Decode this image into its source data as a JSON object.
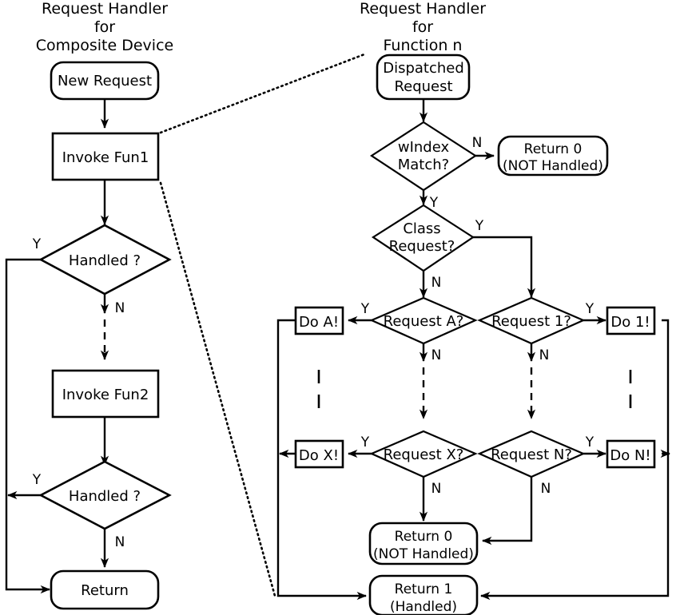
{
  "diagram": {
    "type": "flowchart",
    "titles": {
      "left": [
        "Request Handler",
        "for",
        "Composite Device"
      ],
      "right": [
        "Request Handler",
        "for",
        "Function n"
      ]
    },
    "left_flow": {
      "nodes": [
        {
          "id": "new-request",
          "shape": "rounded",
          "lines": [
            "New Request"
          ]
        },
        {
          "id": "invoke-fun1",
          "shape": "rect",
          "lines": [
            "Invoke Fun1"
          ]
        },
        {
          "id": "handled-1",
          "shape": "diamond",
          "lines": [
            "Handled ?"
          ]
        },
        {
          "id": "invoke-fun2",
          "shape": "rect",
          "lines": [
            "Invoke Fun2"
          ]
        },
        {
          "id": "handled-2",
          "shape": "diamond",
          "lines": [
            "Handled ?"
          ]
        },
        {
          "id": "return",
          "shape": "rounded",
          "lines": [
            "Return"
          ]
        }
      ],
      "edge_labels": {
        "handled1_yes": "Y",
        "handled1_no": "N",
        "handled2_yes": "Y",
        "handled2_no": "N"
      }
    },
    "right_flow": {
      "nodes": [
        {
          "id": "dispatched-request",
          "shape": "rounded",
          "lines": [
            "Dispatched",
            "Request"
          ]
        },
        {
          "id": "windex-match",
          "shape": "diamond",
          "lines": [
            "wIndex",
            "Match?"
          ]
        },
        {
          "id": "return-0-top",
          "shape": "rounded",
          "lines": [
            "Return 0",
            "(NOT Handled)"
          ]
        },
        {
          "id": "class-request",
          "shape": "diamond",
          "lines": [
            "Class",
            "Request?"
          ]
        },
        {
          "id": "request-a",
          "shape": "diamond",
          "lines": [
            "Request A?"
          ]
        },
        {
          "id": "request-1",
          "shape": "diamond",
          "lines": [
            "Request 1?"
          ]
        },
        {
          "id": "request-x",
          "shape": "diamond",
          "lines": [
            "Request X?"
          ]
        },
        {
          "id": "request-n",
          "shape": "diamond",
          "lines": [
            "Request N?"
          ]
        },
        {
          "id": "do-a",
          "shape": "rect",
          "lines": [
            "Do A!"
          ]
        },
        {
          "id": "do-1",
          "shape": "rect",
          "lines": [
            "Do 1!"
          ]
        },
        {
          "id": "do-x",
          "shape": "rect",
          "lines": [
            "Do X!"
          ]
        },
        {
          "id": "do-n",
          "shape": "rect",
          "lines": [
            "Do N!"
          ]
        },
        {
          "id": "return-0-bottom",
          "shape": "rounded",
          "lines": [
            "Return 0",
            "(NOT Handled)"
          ]
        },
        {
          "id": "return-1",
          "shape": "rounded",
          "lines": [
            "Return 1",
            "(Handled)"
          ]
        }
      ],
      "edge_labels": {
        "windex_no": "N",
        "windex_yes": "Y",
        "class_yes": "Y",
        "class_no": "N",
        "reqa_yes": "Y",
        "reqa_no": "N",
        "req1_yes": "Y",
        "req1_no": "N",
        "reqx_yes": "Y",
        "reqx_no": "N",
        "reqn_yes": "Y",
        "reqn_no": "N"
      }
    },
    "colors": {
      "stroke": "#000000",
      "fill": "#ffffff",
      "text": "#000000"
    }
  }
}
